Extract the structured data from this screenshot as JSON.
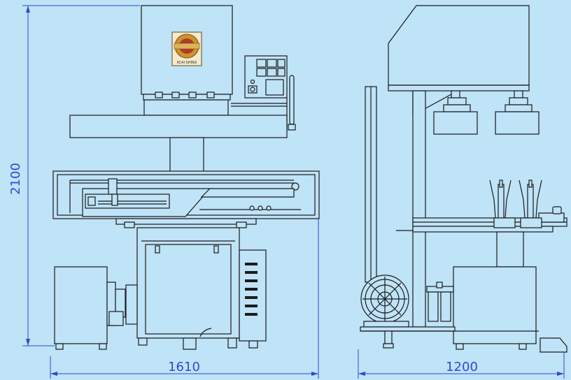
{
  "dimensions": {
    "height_label": "2100",
    "front_width_label": "1610",
    "side_width_label": "1200"
  },
  "logo": {
    "brand_text": "XCAI SHING"
  },
  "colors": {
    "background": "#bfe3f7",
    "line": "#1b1b1b",
    "dimension": "#2f4ad0",
    "logo_gold": "#c9962d",
    "logo_red": "#b23a2a"
  }
}
